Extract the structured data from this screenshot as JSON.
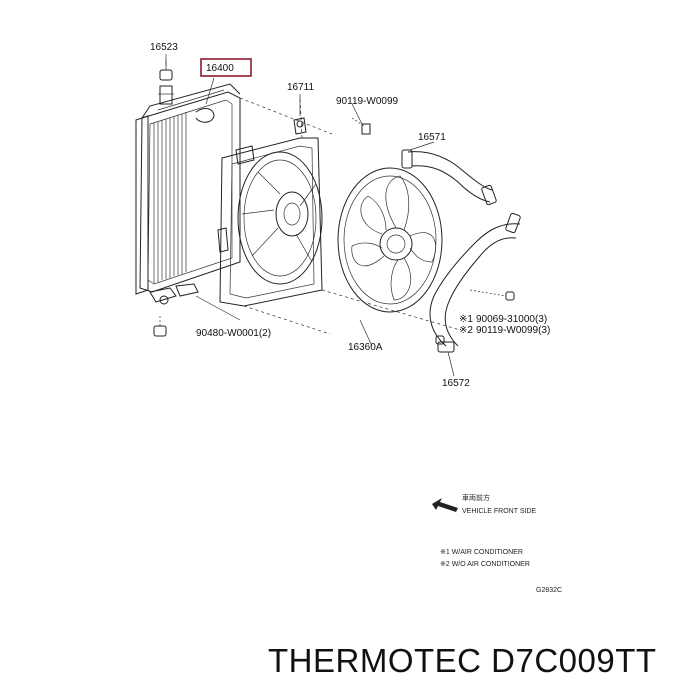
{
  "parts": {
    "p16523": "16523",
    "p16400": "16400",
    "p16711": "16711",
    "p90119a": "90119-W0099",
    "p16571": "16571",
    "p90069": "90069-31000(3)",
    "p90119b": "90119-W0099(3)",
    "p90480": "90480-W0001(2)",
    "p16360A": "16360A",
    "p16572": "16572"
  },
  "legend": {
    "arrow_jp": "車両前方",
    "arrow_en": "VEHICLE FRONT SIDE",
    "note1": "※1 W/AIR CONDITIONER",
    "note2": "※2 W/O AIR CONDITIONER",
    "code": "G2832C"
  },
  "markers": {
    "m1": "※1",
    "m2": "※2"
  },
  "brand": "THERMOTEC D7C009TT",
  "colors": {
    "highlight_box": "#8b1a2b"
  }
}
